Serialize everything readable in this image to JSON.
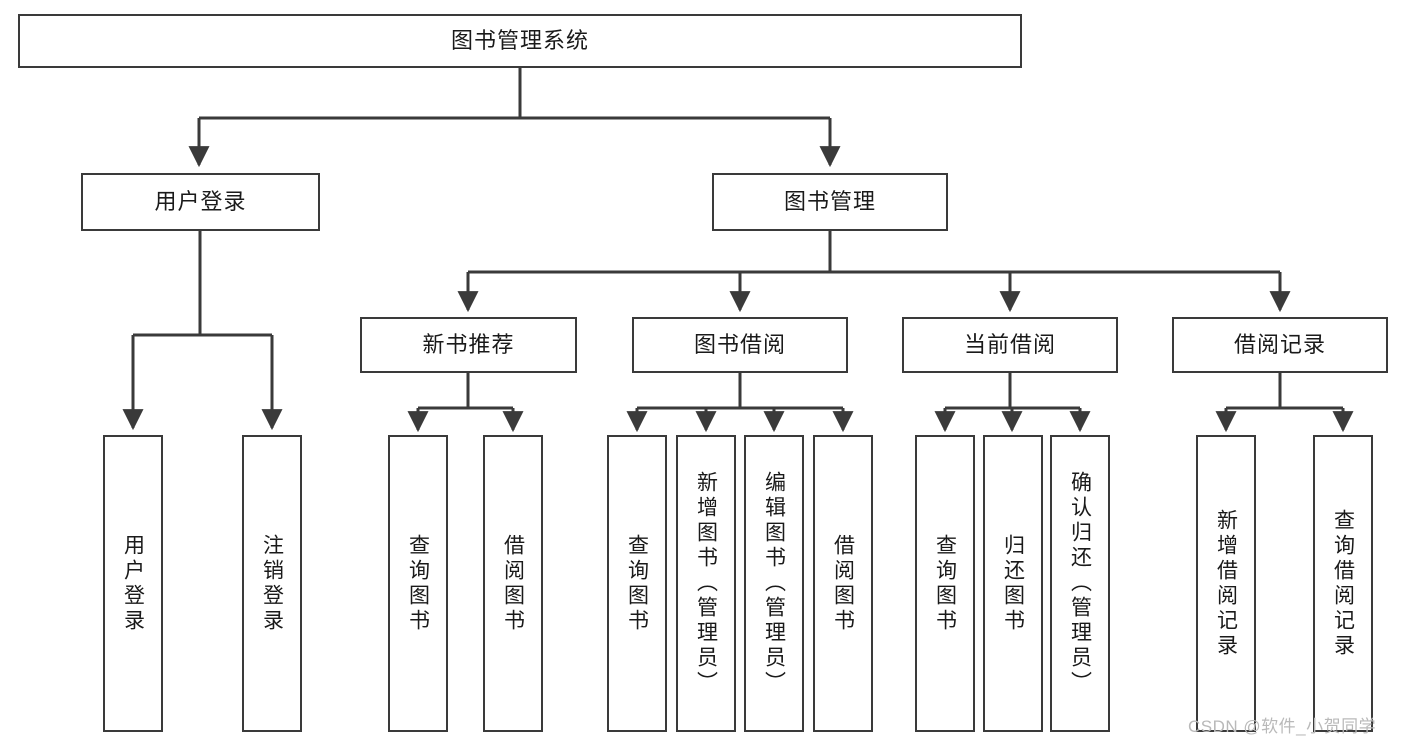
{
  "diagram": {
    "type": "tree",
    "title": "图书管理系统",
    "orientation": "top-down",
    "colors": {
      "border": "#3a3a3a",
      "background": "#ffffff",
      "text": "#1a1a1a",
      "watermark": "#b9b9b9"
    },
    "levels": {
      "root": "图书管理系统",
      "level2": [
        "用户登录",
        "图书管理"
      ],
      "level3": [
        "新书推荐",
        "图书借阅",
        "当前借阅",
        "借阅记录"
      ]
    },
    "nodes": {
      "root": {
        "label": "图书管理系统"
      },
      "user_login": {
        "label": "用户登录"
      },
      "book_manage": {
        "label": "图书管理"
      },
      "new_book_rec": {
        "label": "新书推荐"
      },
      "book_borrow": {
        "label": "图书借阅"
      },
      "current_borrow": {
        "label": "当前借阅"
      },
      "borrow_record": {
        "label": "借阅记录"
      },
      "leaf_user_login": {
        "label": "用户登录"
      },
      "leaf_user_logout": {
        "label": "注销登录"
      },
      "leaf_rec_query": {
        "label": "查询图书"
      },
      "leaf_rec_borrow": {
        "label": "借阅图书"
      },
      "leaf_borrow_query": {
        "label": "查询图书"
      },
      "leaf_borrow_add": {
        "label": "新增图书（管理员）"
      },
      "leaf_borrow_edit": {
        "label": "编辑图书（管理员）"
      },
      "leaf_borrow_do": {
        "label": "借阅图书"
      },
      "leaf_cur_query": {
        "label": "查询图书"
      },
      "leaf_cur_return": {
        "label": "归还图书"
      },
      "leaf_cur_confirm": {
        "label": "确认归还（管理员）"
      },
      "leaf_rec_add": {
        "label": "新增借阅记录"
      },
      "leaf_rec_search": {
        "label": "查询借阅记录"
      }
    },
    "edges": [
      {
        "from": "root",
        "to": "user_login"
      },
      {
        "from": "root",
        "to": "book_manage"
      },
      {
        "from": "user_login",
        "to": "leaf_user_login"
      },
      {
        "from": "user_login",
        "to": "leaf_user_logout"
      },
      {
        "from": "book_manage",
        "to": "new_book_rec"
      },
      {
        "from": "book_manage",
        "to": "book_borrow"
      },
      {
        "from": "book_manage",
        "to": "current_borrow"
      },
      {
        "from": "book_manage",
        "to": "borrow_record"
      },
      {
        "from": "new_book_rec",
        "to": "leaf_rec_query"
      },
      {
        "from": "new_book_rec",
        "to": "leaf_rec_borrow"
      },
      {
        "from": "book_borrow",
        "to": "leaf_borrow_query"
      },
      {
        "from": "book_borrow",
        "to": "leaf_borrow_add"
      },
      {
        "from": "book_borrow",
        "to": "leaf_borrow_edit"
      },
      {
        "from": "book_borrow",
        "to": "leaf_borrow_do"
      },
      {
        "from": "current_borrow",
        "to": "leaf_cur_query"
      },
      {
        "from": "current_borrow",
        "to": "leaf_cur_return"
      },
      {
        "from": "current_borrow",
        "to": "leaf_cur_confirm"
      },
      {
        "from": "borrow_record",
        "to": "leaf_rec_add"
      },
      {
        "from": "borrow_record",
        "to": "leaf_rec_search"
      }
    ]
  },
  "watermark": {
    "text": "CSDN @软件_小贺同学"
  }
}
